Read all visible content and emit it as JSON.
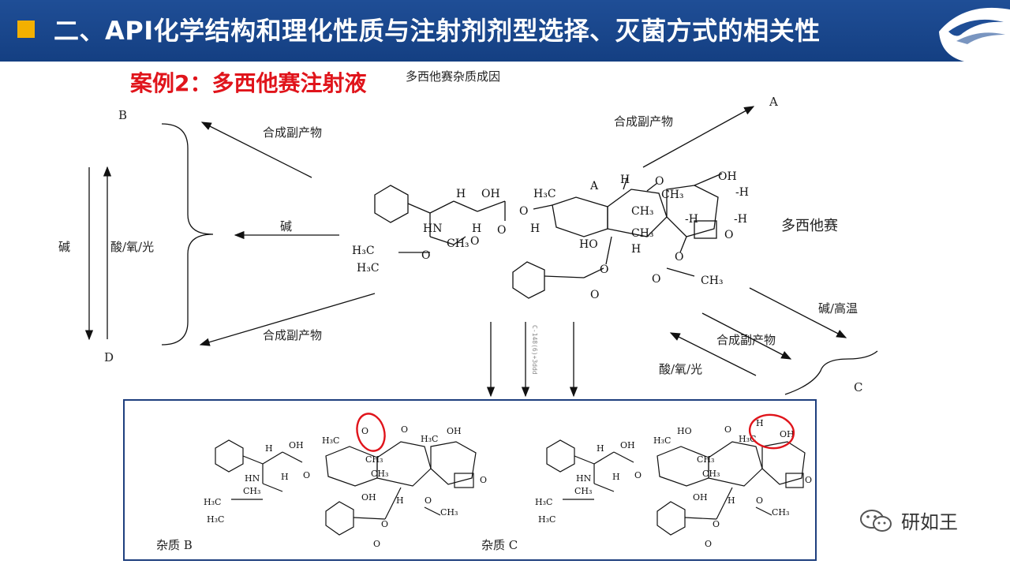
{
  "header": {
    "title": "二、API化学结构和理化性质与注射剂剂型选择、灭菌方式的相关性"
  },
  "case_title": "案例2：多西他赛注射液",
  "figure": {
    "caption": "多西他赛杂质成因",
    "compound_name": "多西他赛",
    "nodes": {
      "A": "A",
      "B": "B",
      "C": "C",
      "D": "D"
    },
    "arrow_labels": {
      "synth_byproduct": "合成副产物",
      "base": "碱",
      "acid_oxygen_light": "酸/氧/光",
      "base_high_temp": "碱/高温"
    },
    "tiny_vertical_text": "C-148(6)+3ddd"
  },
  "impurities": {
    "b_label": "杂质 B",
    "c_label": "杂质 C"
  },
  "watermark": {
    "text": "研如王"
  },
  "colors": {
    "header_bg": "#1a4a8e",
    "accent_square": "#f3b000",
    "case_title": "#e0141b",
    "highlight": "#e0141b",
    "box_border": "#1e3f7e"
  }
}
